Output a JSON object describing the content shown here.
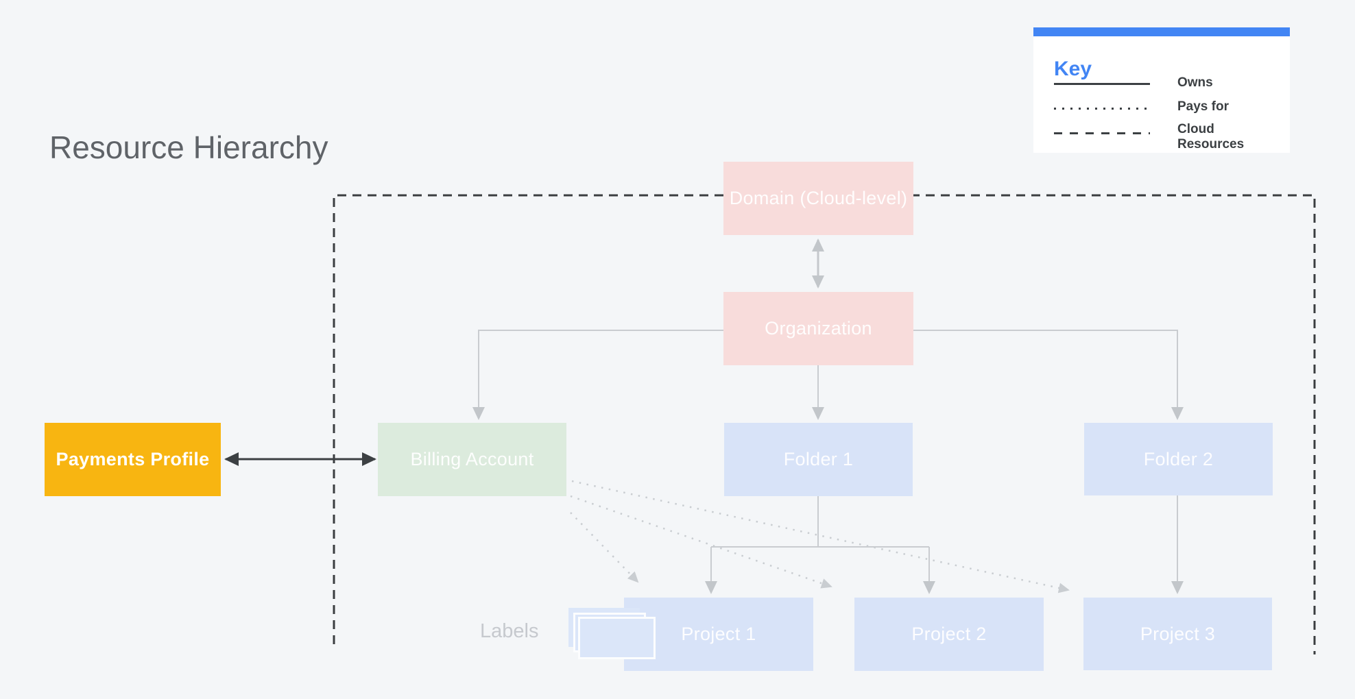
{
  "title": "Resource Hierarchy",
  "legend": {
    "title": "Key",
    "items": [
      {
        "line_style": "solid",
        "label": "Owns"
      },
      {
        "line_style": "dotted",
        "label": "Pays for"
      },
      {
        "line_style": "dashed",
        "label": "Cloud Resources"
      }
    ],
    "accent_color": "#4285F4"
  },
  "nodes": {
    "domain": {
      "label": "Domain (Cloud-level)",
      "color": "#F8DCDB"
    },
    "organization": {
      "label": "Organization",
      "color": "#F8DCDB"
    },
    "billing_account": {
      "label": "Billing Account",
      "color": "#DCEBDD"
    },
    "payments_profile": {
      "label": "Payments Profile",
      "color": "#F8B511"
    },
    "folder_1": {
      "label": "Folder 1",
      "color": "#D8E3F8"
    },
    "folder_2": {
      "label": "Folder 2",
      "color": "#D8E3F8"
    },
    "project_1": {
      "label": "Project 1",
      "color": "#D8E3F8"
    },
    "project_2": {
      "label": "Project 2",
      "color": "#D8E3F8"
    },
    "project_3": {
      "label": "Project 3",
      "color": "#D8E3F8"
    }
  },
  "annotations": {
    "labels_caption": "Labels"
  },
  "colors": {
    "background": "#F4F6F8",
    "dark_line": "#3C4043",
    "light_line": "#C6C9CD",
    "title_text": "#5F6368"
  }
}
